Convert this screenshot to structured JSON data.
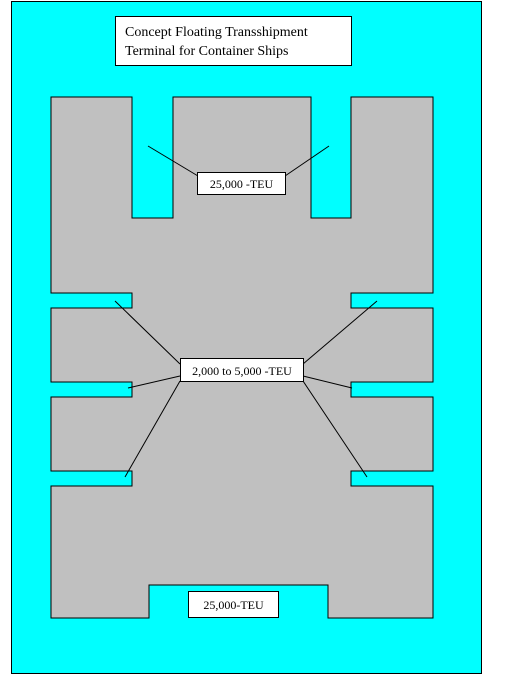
{
  "title": {
    "line1": "Concept Floating Transshipment",
    "line2": "Terminal for Container Ships"
  },
  "labels": {
    "top_berth": "25,000 -TEU",
    "middle_berths": "2,000 to 5,000 -TEU",
    "bottom_berth": "25,000-TEU"
  },
  "colors": {
    "water": "#00ffff",
    "terminal": "#c0c0c0",
    "outline": "#000000",
    "label_box": "#ffffff"
  }
}
